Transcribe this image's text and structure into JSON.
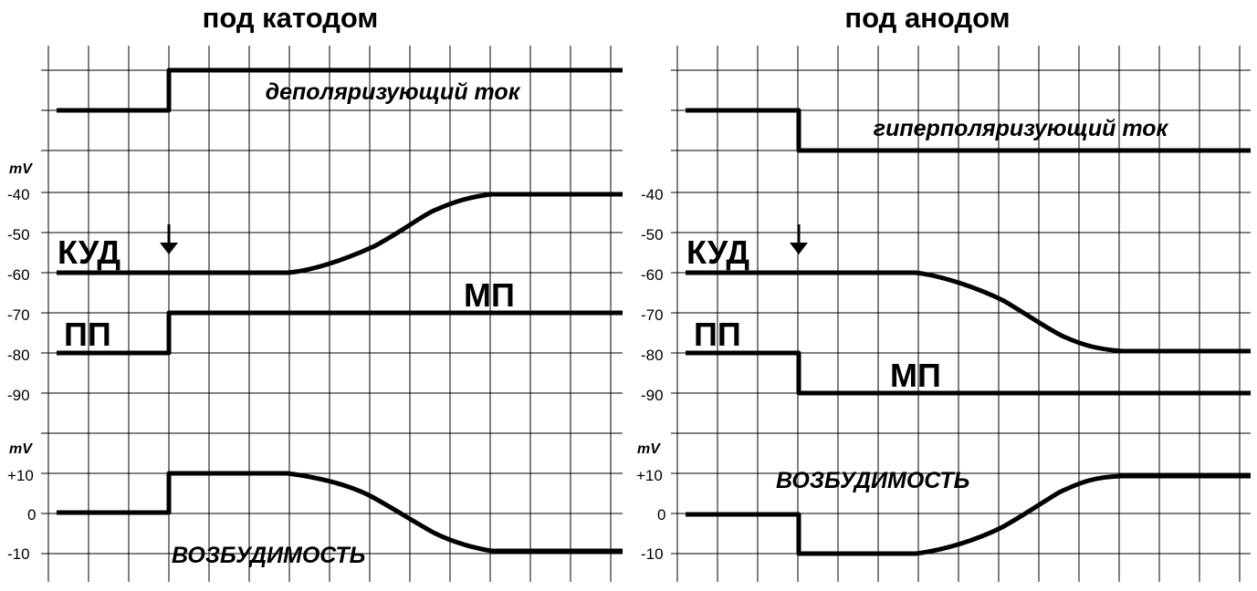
{
  "panels": [
    {
      "title": "под  катодом",
      "current_label": "деполяризующий ток",
      "mv_unit": "mV",
      "membrane_ticks": [
        "-40",
        "-50",
        "-60",
        "-70",
        "-80",
        "-90"
      ],
      "excitability_ticks": [
        "+10",
        "0",
        "-10"
      ],
      "kud_label": "КУД",
      "pp_label": "ПП",
      "mp_label": "МП",
      "excitability_label": "ВОЗБУДИМОСТЬ"
    },
    {
      "title": "под анодом",
      "current_label": "гиперполяризующий  ток",
      "mv_unit": "mV",
      "membrane_ticks": [
        "-40",
        "-50",
        "-60",
        "-70",
        "-80",
        "-90"
      ],
      "excitability_ticks": [
        "+10",
        "0",
        "-10"
      ],
      "kud_label": "КУД",
      "pp_label": "ПП",
      "mp_label": "МП",
      "excitability_label": "ВОЗБУДИМОСТЬ"
    }
  ]
}
